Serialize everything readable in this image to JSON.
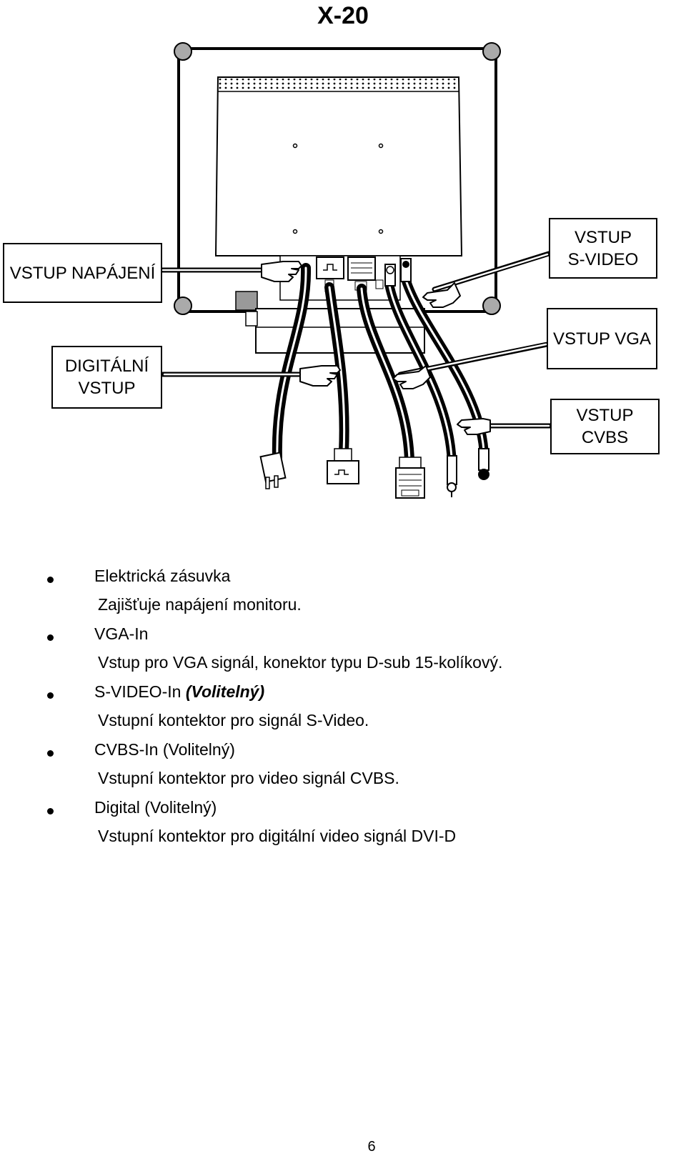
{
  "title": "X-20",
  "callouts": {
    "power": "VSTUP NAPÁJENÍ",
    "svideo": [
      "VSTUP",
      "S-VIDEO"
    ],
    "digital": [
      "DIGITÁLNÍ",
      "VSTUP"
    ],
    "vga": "VSTUP VGA",
    "cvbs": [
      "VSTUP",
      "CVBS"
    ]
  },
  "items": [
    {
      "head": "Elektrická zásuvka",
      "head_em": "",
      "desc": "Zajišťuje napájení monitoru."
    },
    {
      "head": "VGA-In",
      "head_em": "",
      "desc": "Vstup pro VGA signál, konektor typu D-sub 15-kolíkový."
    },
    {
      "head": "S-VIDEO-In ",
      "head_em": "(Volitelný)",
      "desc": "Vstupní kontektor pro signál S-Video."
    },
    {
      "head": "CVBS-In (Volitelný)",
      "head_em": "",
      "desc": "Vstupní kontektor pro video signál CVBS."
    },
    {
      "head": "Digital (Volitelný)",
      "head_em": "",
      "desc": "Vstupní kontektor pro digitální video signál DVI-D"
    }
  ],
  "page_number": "6"
}
